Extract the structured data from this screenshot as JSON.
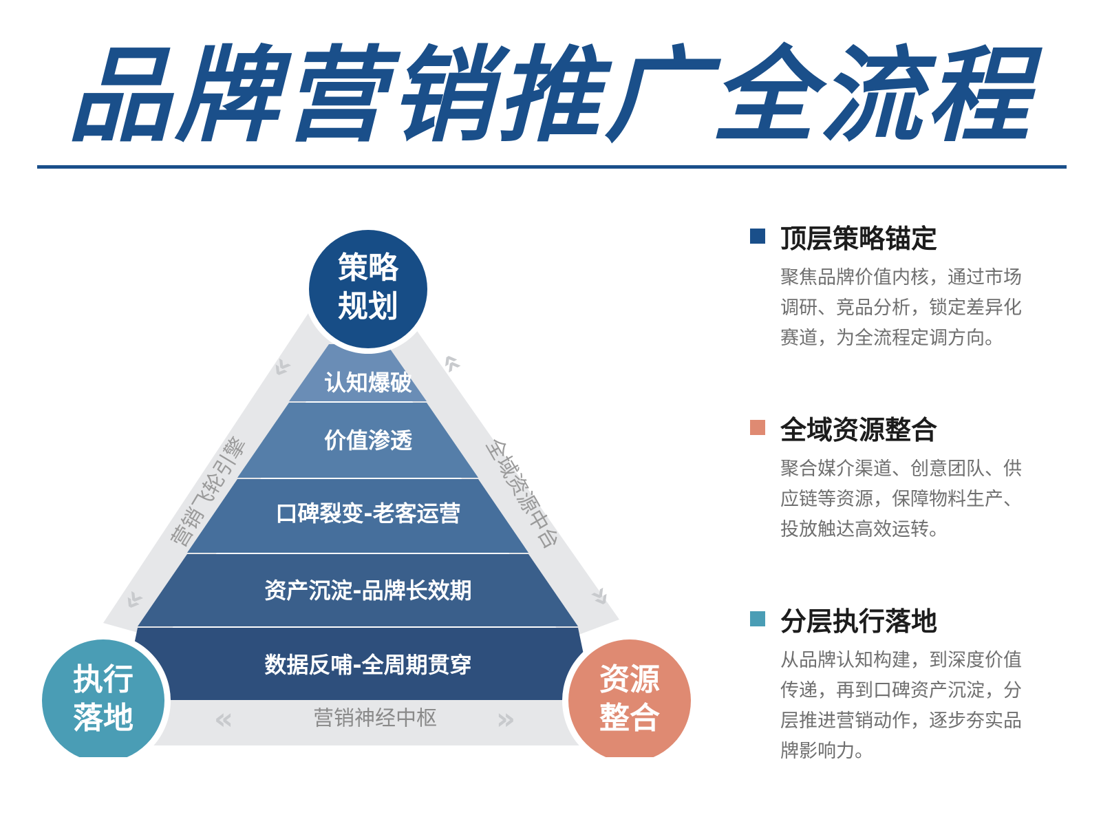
{
  "title": "品牌营销推广全流程",
  "colors": {
    "brand_blue": "#1a4f8a",
    "salmon": "#df8a72",
    "teal": "#4a9db5",
    "band_gray": "#e6e7e9",
    "chevron_gray": "#c8cacd",
    "pyramid_levels": [
      "#6a8db6",
      "#557ea9",
      "#466f9c",
      "#3a5f8b",
      "#2e4f7c"
    ]
  },
  "nodes": {
    "top": {
      "line1": "策略",
      "line2": "规划",
      "color": "#174d86"
    },
    "left": {
      "line1": "执行",
      "line2": "落地",
      "color": "#4a9db5"
    },
    "right": {
      "line1": "资源",
      "line2": "整合",
      "color": "#df8a72"
    }
  },
  "pyramid": [
    "认知爆破",
    "价值渗透",
    "口碑裂变-老客运营",
    "资产沉淀-品牌长效期",
    "数据反哺-全周期贯穿"
  ],
  "edges": {
    "left": "营销飞轮引擎",
    "right": "全域资源中台",
    "bottom": "营销神经中枢"
  },
  "chevrons": {
    "left": "«",
    "right": "»"
  },
  "sections": [
    {
      "title": "顶层策略锚定",
      "color": "#1a4f8a",
      "lines": [
        "聚焦品牌价值内核，通过市场",
        "调研、竞品分析，锁定差异化",
        "赛道，为全流程定调方向。"
      ]
    },
    {
      "title": "全域资源整合",
      "color": "#df8a72",
      "lines": [
        "聚合媒介渠道、创意团队、供",
        "应链等资源，保障物料生产、",
        "投放触达高效运转。"
      ]
    },
    {
      "title": "分层执行落地",
      "color": "#4a9db5",
      "lines": [
        "从品牌认知构建，到深度价值",
        "传递，再到口碑资产沉淀，分",
        "层推进营销动作，逐步夯实品",
        "牌影响力。"
      ]
    }
  ]
}
